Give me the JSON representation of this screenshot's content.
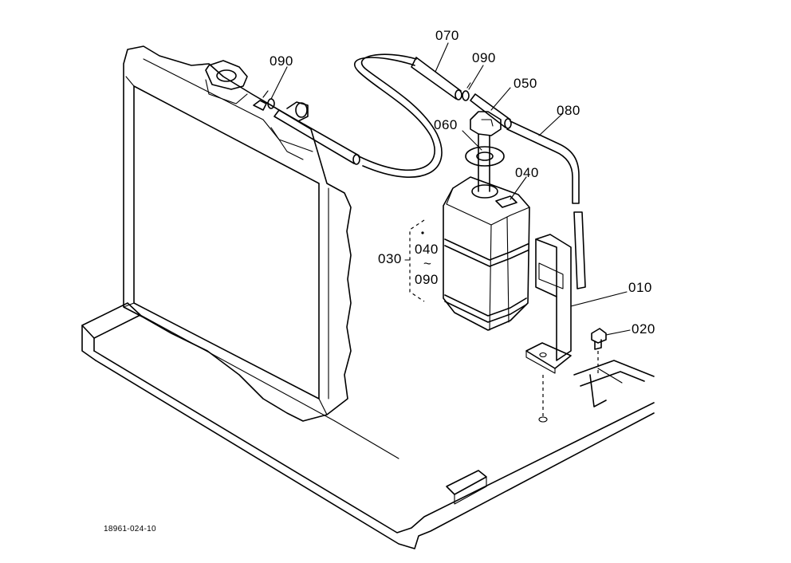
{
  "drawing": {
    "code": "18961-024-10",
    "callouts": {
      "p010": "010",
      "p020": "020",
      "p030": "030",
      "p040a": "040",
      "p040b": "040",
      "p050": "050",
      "p060": "060",
      "p070": "070",
      "p080": "080",
      "p090a": "090",
      "p090b": "090",
      "p090c": "090",
      "range_sep": "~"
    }
  }
}
